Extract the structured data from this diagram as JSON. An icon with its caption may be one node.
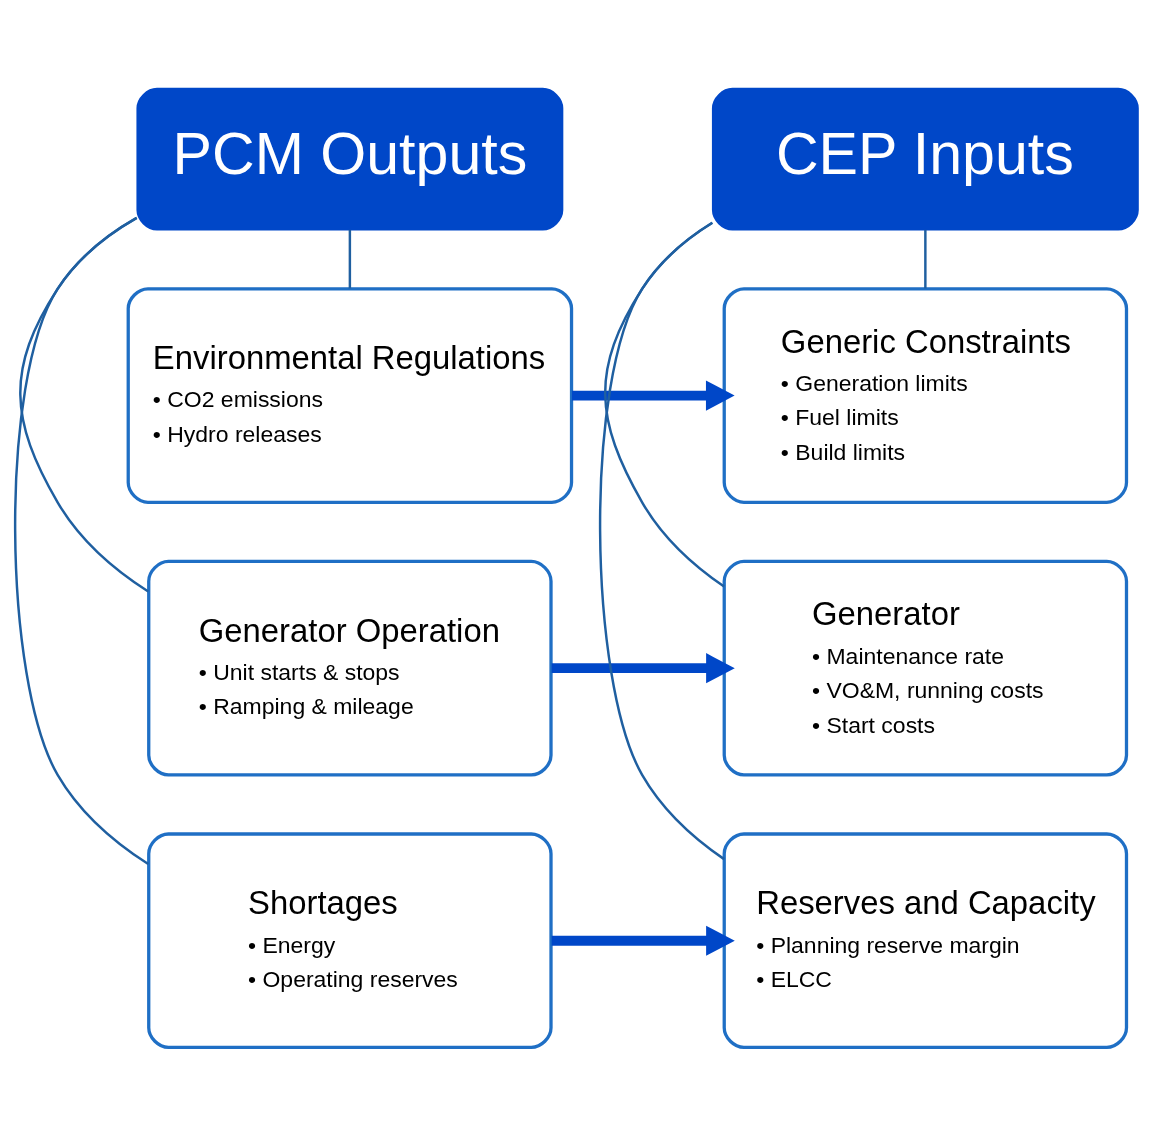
{
  "diagram": {
    "nodes": [
      {
        "text": [
          "PCM Outputs"
        ]
      },
      {
        "text": [
          "Shortages",
          "• Energy",
          "• Operating reserves"
        ]
      },
      {
        "text": [
          "Generator Operation",
          "• Unit starts & stops",
          "• Ramping & mileage"
        ]
      },
      {
        "text": [
          "Environmental Regulations",
          "• CO2 emissions",
          "• Hydro releases"
        ]
      },
      {
        "text": [
          "CEP Inputs"
        ]
      },
      {
        "text": [
          "Reserves and Capacity",
          "• Planning reserve margin",
          "• ELCC"
        ]
      },
      {
        "text": [
          "Generator",
          "• Maintenance rate",
          "• VO&M, running costs",
          "• Start costs"
        ]
      },
      {
        "text": [
          "Generic Constraints",
          "• Generation limits",
          "• Fuel limits",
          "• Build limits"
        ]
      }
    ],
    "edges": [
      {
        "from": 0,
        "to": 1,
        "arrow": "none"
      },
      {
        "from": 0,
        "to": 2,
        "arrow": "none"
      },
      {
        "from": 0,
        "to": 3,
        "arrow": "none"
      },
      {
        "from": 4,
        "to": 5,
        "arrow": "none"
      },
      {
        "from": 4,
        "to": 6,
        "arrow": "none"
      },
      {
        "from": 4,
        "to": 7,
        "arrow": "none"
      },
      {
        "from": 1,
        "to": 5,
        "arrow": "to",
        "style": "thick",
        "color": "#0047c8"
      },
      {
        "from": 2,
        "to": 6,
        "arrow": "to",
        "style": "thick",
        "color": "#0047c8"
      },
      {
        "from": 3,
        "to": 7,
        "arrow": "to",
        "style": "thick",
        "color": "#0047c8"
      }
    ]
  }
}
